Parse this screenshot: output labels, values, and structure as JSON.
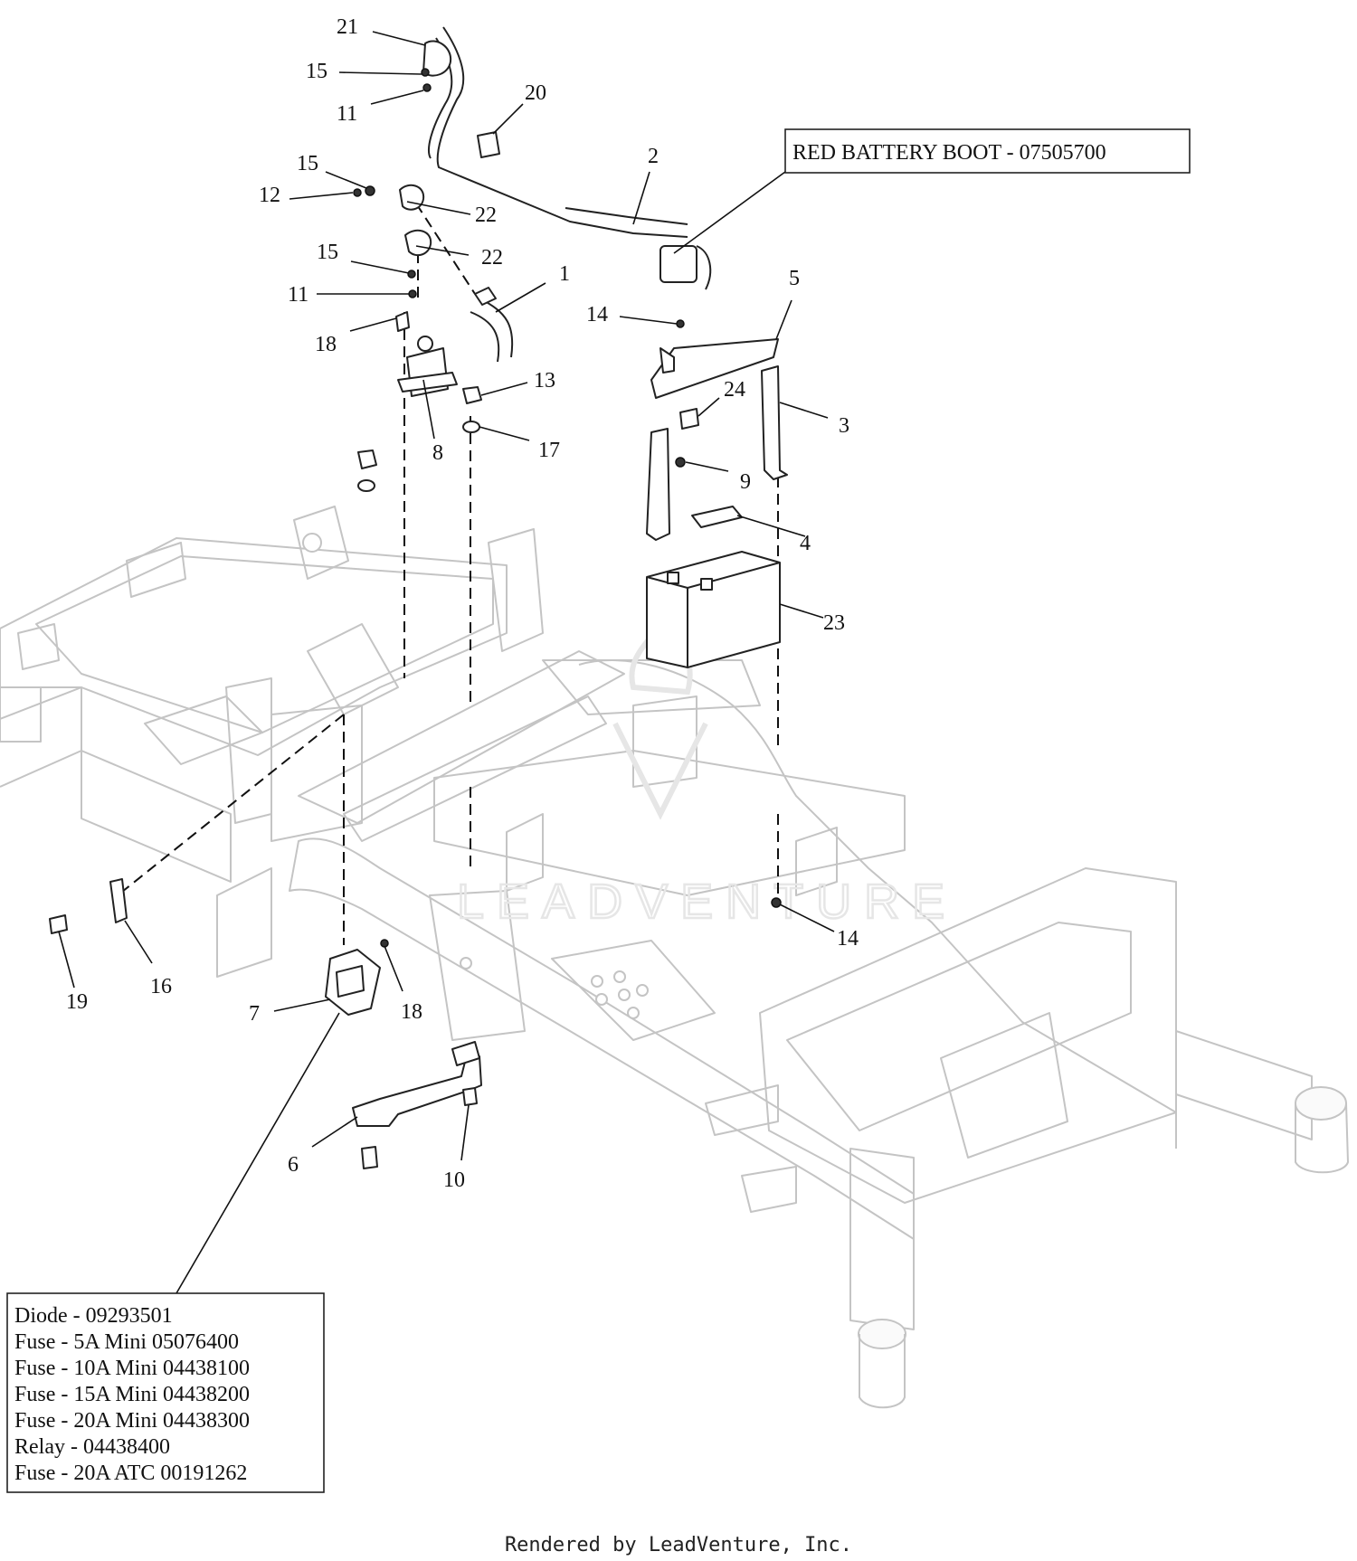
{
  "diagram": {
    "callouts": {
      "c1": "1",
      "c2": "2",
      "c3": "3",
      "c4": "4",
      "c5": "5",
      "c6": "6",
      "c7": "7",
      "c8": "8",
      "c9": "9",
      "c10": "10",
      "c11a": "11",
      "c11b": "11",
      "c12": "12",
      "c13": "13",
      "c14a": "14",
      "c14b": "14",
      "c15a": "15",
      "c15b": "15",
      "c15c": "15",
      "c16": "16",
      "c17": "17",
      "c18a": "18",
      "c18b": "18",
      "c19": "19",
      "c20": "20",
      "c21": "21",
      "c22a": "22",
      "c22b": "22",
      "c23": "23",
      "c24": "24"
    },
    "battery_boot_label": "RED BATTERY BOOT - 07505700",
    "fuse_list": [
      "Diode - 09293501",
      "Fuse - 5A Mini 05076400",
      "Fuse - 10A Mini 04438100",
      "Fuse - 15A Mini 04438200",
      "Fuse - 20A Mini 04438300",
      "Relay - 04438400",
      "Fuse - 20A ATC 00191262"
    ],
    "watermark": "LEADVENTURE"
  },
  "footer": {
    "rendered_by": "Rendered by LeadVenture, Inc."
  }
}
